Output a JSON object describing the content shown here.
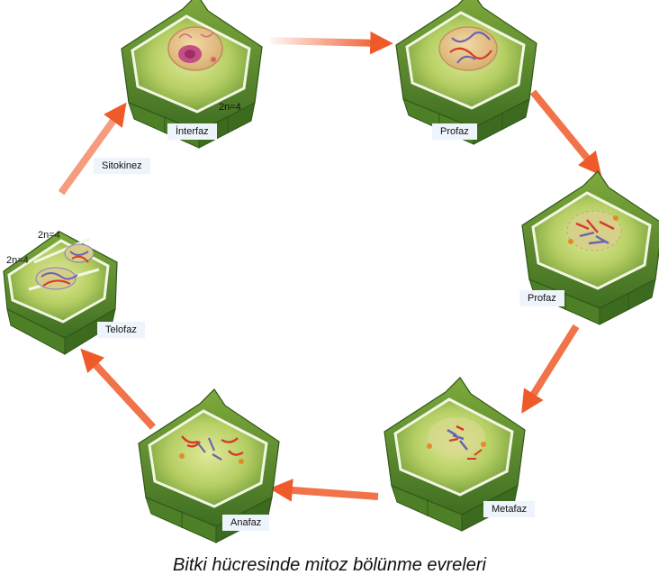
{
  "stages": {
    "interfaz": {
      "label": "İnterfaz",
      "ploidy": "2n=4"
    },
    "profaz_early": {
      "label": "Profaz"
    },
    "profaz_late": {
      "label": "Profaz"
    },
    "metafaz": {
      "label": "Metafaz"
    },
    "anafaz": {
      "label": "Anafaz"
    },
    "telofaz": {
      "label": "Telofaz",
      "ploidy_top": "2n=4",
      "ploidy_left": "2n=4"
    },
    "sitokinez": {
      "label": "Sitokinez"
    }
  },
  "caption": "Bitki hücresinde mitoz bölünme evreleri",
  "colors": {
    "arrow": "#ef5a2a",
    "cell_wall": "#5c8d2e",
    "cytoplasm": "#a8c957",
    "chromosome_red": "#d83a2a",
    "chromosome_blue": "#6a63b5"
  }
}
